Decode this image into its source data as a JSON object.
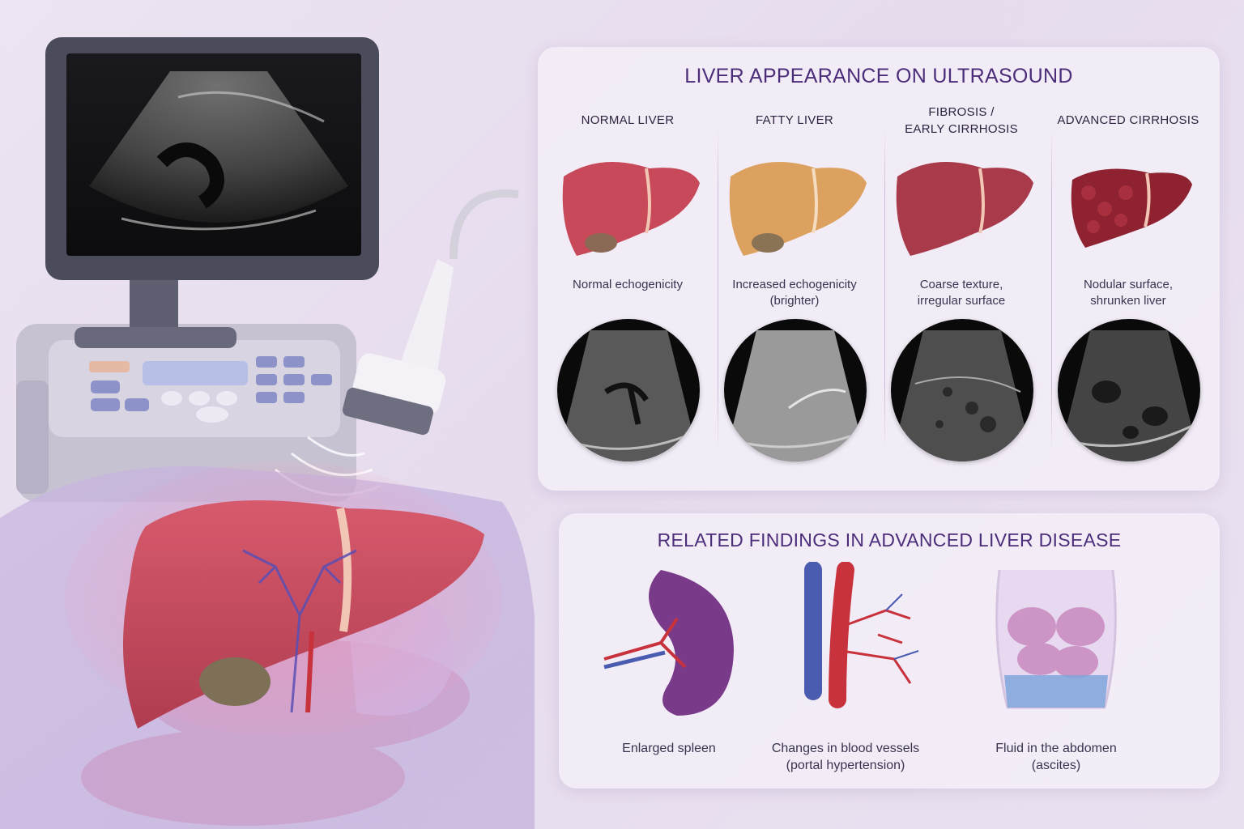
{
  "ultrasound_panel": {
    "title": "LIVER APPEARANCE ON ULTRASOUND",
    "stages": [
      {
        "label_lines": [
          "NORMAL LIVER"
        ],
        "description_lines": [
          "Normal echogenicity"
        ],
        "liver_color": "#c84a5a"
      },
      {
        "label_lines": [
          "FATTY LIVER"
        ],
        "description_lines": [
          "Increased echogenicity",
          "(brighter)"
        ],
        "liver_color": "#dca15e"
      },
      {
        "label_lines": [
          "FIBROSIS /",
          "EARLY CIRRHOSIS"
        ],
        "description_lines": [
          "Coarse texture,",
          "irregular surface"
        ],
        "liver_color": "#a83a4a"
      },
      {
        "label_lines": [
          "ADVANCED CIRRHOSIS"
        ],
        "description_lines": [
          "Nodular surface,",
          "shrunken liver"
        ],
        "liver_color": "#8e2230"
      }
    ]
  },
  "findings_panel": {
    "title": "RELATED FINDINGS IN ADVANCED LIVER DISEASE",
    "findings": [
      {
        "icon": "spleen-icon",
        "label_lines": [
          "Enlarged spleen"
        ]
      },
      {
        "icon": "blood-vessels-icon",
        "label_lines": [
          "Changes in blood vessels",
          "(portal hypertension)"
        ]
      },
      {
        "icon": "ascites-abdomen-icon",
        "label_lines": [
          "Fluid in the abdomen",
          "(ascites)"
        ]
      }
    ]
  },
  "colors": {
    "title": "#4b2d7a",
    "liver": "#c44a5c",
    "vein_blue": "#4a5cb0",
    "artery_red": "#c8323c",
    "fluid_blue": "#7fa6dc"
  }
}
